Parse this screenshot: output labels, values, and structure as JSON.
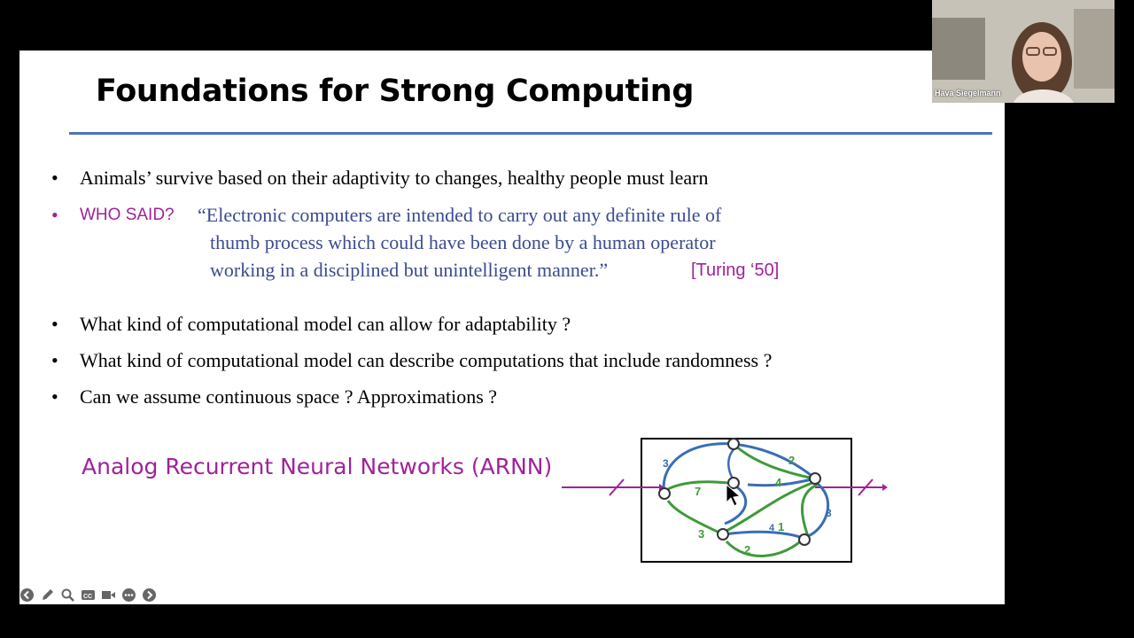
{
  "slide": {
    "title": "Foundations for Strong Computing",
    "bullets": [
      "Animals’ survive based on their adaptivity to changes, healthy people must learn",
      "What kind of computational model can allow for adaptability ?",
      "What kind of computational model can describe computations that include randomness ?",
      "Can we assume continuous space ? Approximations ?"
    ],
    "who_said": {
      "label": "WHO SAID?",
      "quote_lines": [
        "“Electronic computers are intended to carry out any definite rule of",
        "thumb process which could have been done by a human operator",
        "working in a disciplined but unintelligent manner.”"
      ],
      "citation": "[Turing ‘50]"
    },
    "arnn_label": "Analog Recurrent Neural Networks (ARNN)",
    "diagram": {
      "edge_labels": [
        "3",
        "2",
        "7",
        "4",
        "3",
        "1",
        "4",
        "3",
        "2"
      ],
      "colors": {
        "blue": "#3a6db5",
        "green": "#3f9a3a",
        "magenta": "#a0229a"
      }
    }
  },
  "bullet_glyph": "•",
  "video": {
    "participant_name": "Hava Siegelmann"
  },
  "controls": [
    "back-icon",
    "pen-icon",
    "search-icon",
    "captions-icon",
    "video-icon",
    "more-icon",
    "forward-icon"
  ]
}
